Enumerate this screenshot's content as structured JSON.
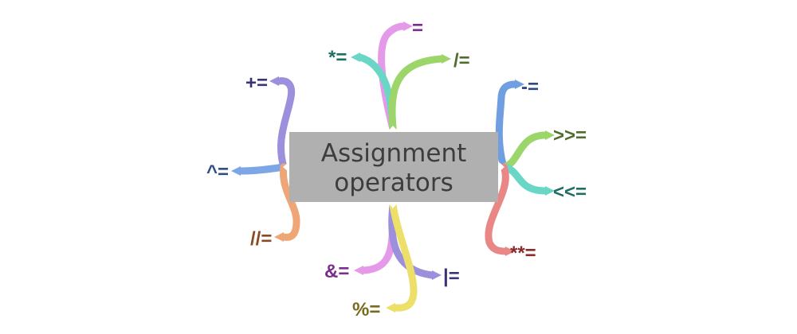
{
  "center": {
    "line1": "Assignment",
    "line2": "operators",
    "fill": "#b0b0b0",
    "text_color": "#3d3d3d"
  },
  "operators": [
    {
      "id": "assign",
      "label": "=",
      "label_color": "#7a2d8c",
      "branch_color": "#e59ae9"
    },
    {
      "id": "mul-assign",
      "label": "*=",
      "label_color": "#1e6e64",
      "branch_color": "#6ad7c6"
    },
    {
      "id": "div-assign",
      "label": "/=",
      "label_color": "#4e6e2a",
      "branch_color": "#9cd56a"
    },
    {
      "id": "add-assign",
      "label": "+=",
      "label_color": "#3a3378",
      "branch_color": "#9c8fdc"
    },
    {
      "id": "xor-assign",
      "label": "^=",
      "label_color": "#2f4f86",
      "branch_color": "#7da6e6"
    },
    {
      "id": "floordiv-assign",
      "label": "//=",
      "label_color": "#8a4a22",
      "branch_color": "#efa676"
    },
    {
      "id": "sub-assign",
      "label": "-=",
      "label_color": "#2c4a84",
      "branch_color": "#6f9fe0"
    },
    {
      "id": "rshift-assign",
      "label": ">>=",
      "label_color": "#4e6e2a",
      "branch_color": "#9cd56a"
    },
    {
      "id": "lshift-assign",
      "label": "<<=",
      "label_color": "#1e6e64",
      "branch_color": "#6ad7c6"
    },
    {
      "id": "pow-assign",
      "label": "**=",
      "label_color": "#8a2a2a",
      "branch_color": "#e98787"
    },
    {
      "id": "and-assign",
      "label": "&=",
      "label_color": "#7a2d8c",
      "branch_color": "#e59ae9"
    },
    {
      "id": "or-assign",
      "label": "|=",
      "label_color": "#3a3378",
      "branch_color": "#9c8fdc"
    },
    {
      "id": "mod-assign",
      "label": "%=",
      "label_color": "#7a6a1e",
      "branch_color": "#ece06a"
    }
  ]
}
